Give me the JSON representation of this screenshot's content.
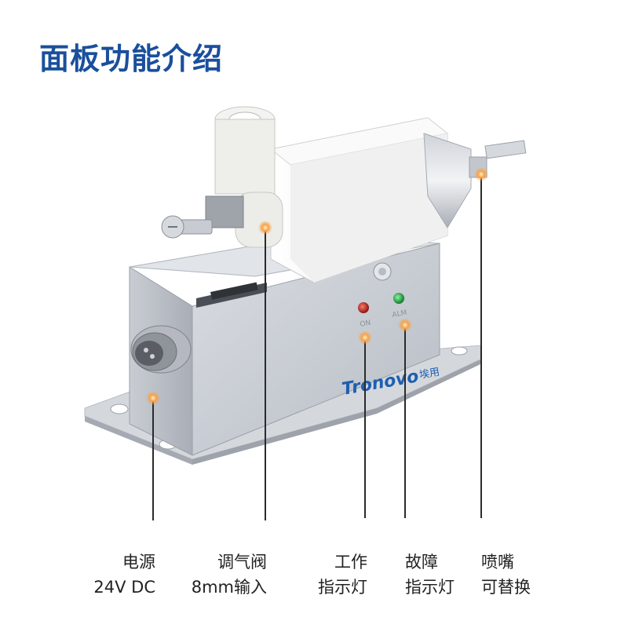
{
  "header": {
    "title": "面板功能介绍"
  },
  "product": {
    "brand": "Tronovo",
    "brand_suffix": "埃用",
    "led_on_label": "ON",
    "led_alm_label": "ALM",
    "colors": {
      "title": "#1a4f9c",
      "led_on": "#c0201e",
      "led_alm": "#18a83a",
      "marker": "#f7a24a",
      "brand": "#1e5fb0"
    }
  },
  "callouts": [
    {
      "line1": "电源",
      "line2": "24V DC"
    },
    {
      "line1": "调气阀",
      "line2": "8mm输入"
    },
    {
      "line1": "工作",
      "line2": "指示灯"
    },
    {
      "line1": "故障",
      "line2": "指示灯"
    },
    {
      "line1": "喷嘴",
      "line2": "可替换"
    }
  ]
}
